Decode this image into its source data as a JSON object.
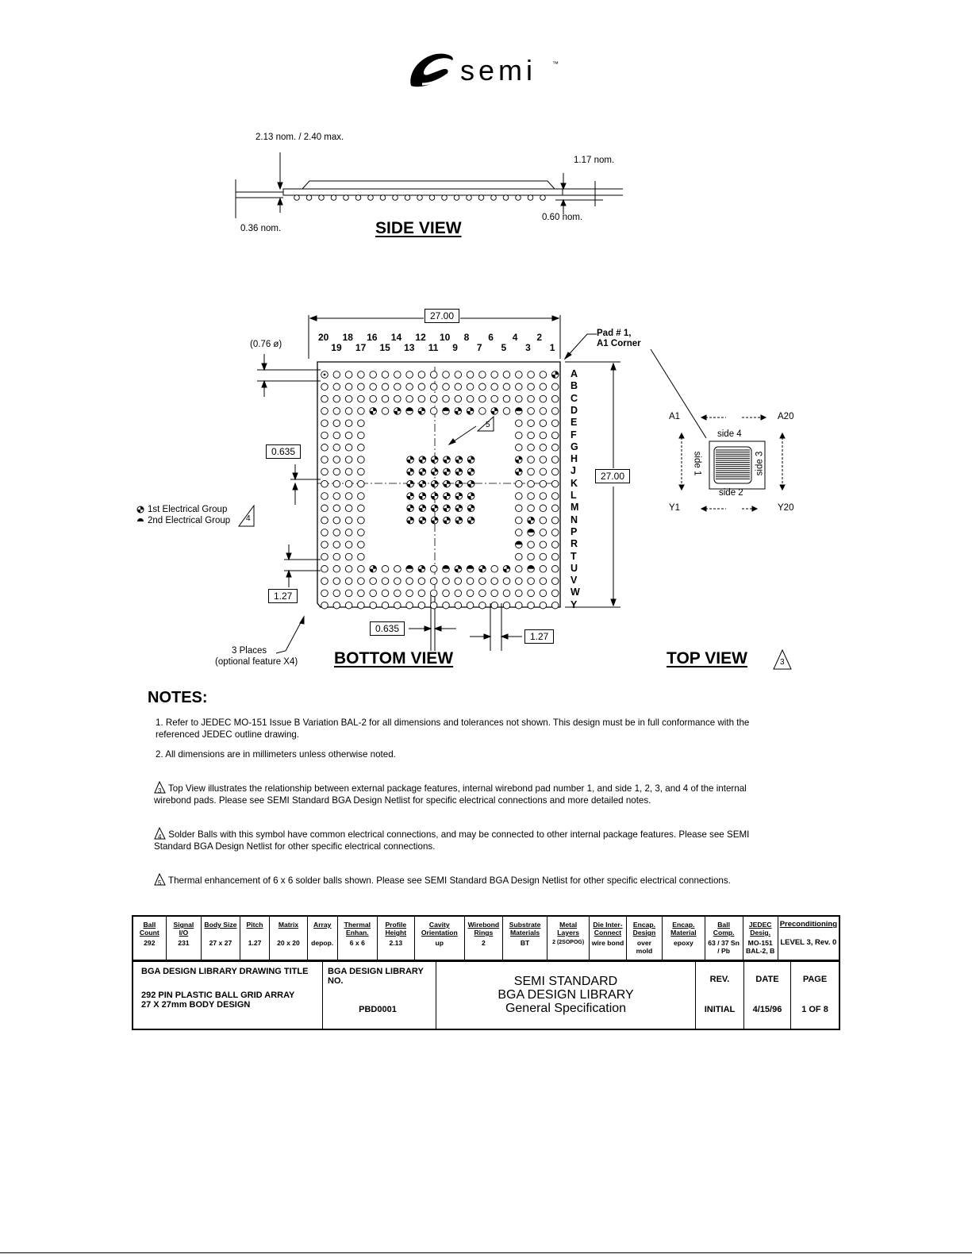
{
  "logo": {
    "text": "semi",
    "tm": "™"
  },
  "side_view": {
    "title": "SIDE VIEW",
    "dim_total": "2.13 nom. / 2.40 max.",
    "dim_substrate": "1.17 nom.",
    "dim_standoff": "0.36 nom.",
    "dim_ball": "0.60 nom."
  },
  "bottom_view": {
    "title": "BOTTOM VIEW",
    "width": "27.00",
    "height": "27.00",
    "ball_dia": "(0.76 ø)",
    "half_pitch_v": "0.635",
    "pitch_v": "1.27",
    "half_pitch_h": "0.635",
    "pitch_h": "1.27",
    "pad1_line1": "Pad # 1,",
    "pad1_line2": "A1 Corner",
    "places_line1": "3 Places",
    "places_line2": "(optional feature X4)",
    "cols_top": [
      "20",
      "18",
      "16",
      "14",
      "12",
      "10",
      "8",
      "6",
      "4",
      "2"
    ],
    "cols_bottom": [
      "19",
      "17",
      "15",
      "13",
      "11",
      "9",
      "7",
      "5",
      "3",
      "1"
    ],
    "rows": [
      "A",
      "B",
      "C",
      "D",
      "E",
      "F",
      "G",
      "H",
      "J",
      "K",
      "L",
      "M",
      "N",
      "P",
      "R",
      "T",
      "U",
      "V",
      "W",
      "Y"
    ],
    "note5": "5"
  },
  "legend": {
    "group1": "1st Electrical Group",
    "group2": "2nd Electrical Group",
    "note4": "4"
  },
  "top_view": {
    "title": "TOP VIEW",
    "note3": "3",
    "a1": "A1",
    "a20": "A20",
    "y1": "Y1",
    "y20": "Y20",
    "side1": "side 1",
    "side2": "side 2",
    "side3": "side 3",
    "side4": "side 4"
  },
  "notes": {
    "title": "NOTES:",
    "n1": "1. Refer to JEDEC MO-151 Issue B Variation BAL-2 for all dimensions and tolerances not shown. This design must be in full conformance with the referenced JEDEC outline drawing.",
    "n2": "2. All dimensions are in millimeters unless otherwise noted.",
    "n3": "Top View illustrates the relationship between external package features, internal wirebond pad number 1, and side 1, 2, 3, and 4 of the internal wirebond pads. Please see SEMI Standard BGA Design Netlist for specific electrical connections and more detailed notes.",
    "n4": "Solder Balls with this symbol have common electrical connections, and may be connected to other internal package features. Please see SEMI Standard BGA Design Netlist for other specific electrical connections.",
    "n5": "Thermal enhancement of 6 x 6 solder balls shown. Please see SEMI Standard BGA Design Netlist for other specific electrical connections.",
    "tri3": "3",
    "tri4": "4",
    "tri5": "5"
  },
  "spec_table": [
    {
      "h": "Ball Count",
      "v": "292"
    },
    {
      "h": "Signal I/O",
      "v": "231"
    },
    {
      "h": "Body Size",
      "v": "27 x 27"
    },
    {
      "h": "Pitch",
      "v": "1.27"
    },
    {
      "h": "Matrix",
      "v": "20 x 20"
    },
    {
      "h": "Array",
      "v": "depop."
    },
    {
      "h": "Thermal Enhan.",
      "v": "6 x 6"
    },
    {
      "h": "Profile Height",
      "v": "2.13"
    },
    {
      "h": "Cavity Orientation",
      "v": "up"
    },
    {
      "h": "Wirebond Rings",
      "v": "2"
    },
    {
      "h": "Substrate Materials",
      "v": "BT"
    },
    {
      "h": "Metal Layers",
      "v": "2 (2SOPOG)"
    },
    {
      "h": "Die Inter-Connect",
      "v": "wire bond"
    },
    {
      "h": "Encap. Design",
      "v": "over mold"
    },
    {
      "h": "Encap. Material",
      "v": "epoxy"
    },
    {
      "h": "Ball Comp.",
      "v": "63 / 37 Sn / Pb"
    },
    {
      "h": "JEDEC Desig.",
      "v": "MO-151 BAL-2, B"
    },
    {
      "h": "Preconditioning",
      "v": "LEVEL 3, Rev. 0"
    }
  ],
  "title_block": {
    "drawing_title_label": "BGA DESIGN LIBRARY DRAWING TITLE",
    "drawing_title_1": "292 PIN PLASTIC BALL GRID ARRAY",
    "drawing_title_2": "27 X 27mm BODY DESIGN",
    "lib_no_label": "BGA DESIGN LIBRARY NO.",
    "lib_no": "PBD0001",
    "std_1": "SEMI STANDARD",
    "std_2": "BGA DESIGN LIBRARY",
    "std_3": "General Specification",
    "rev_label": "REV.",
    "rev": "INITIAL",
    "date_label": "DATE",
    "date": "4/15/96",
    "page_label": "PAGE",
    "page": "1 OF 8"
  }
}
